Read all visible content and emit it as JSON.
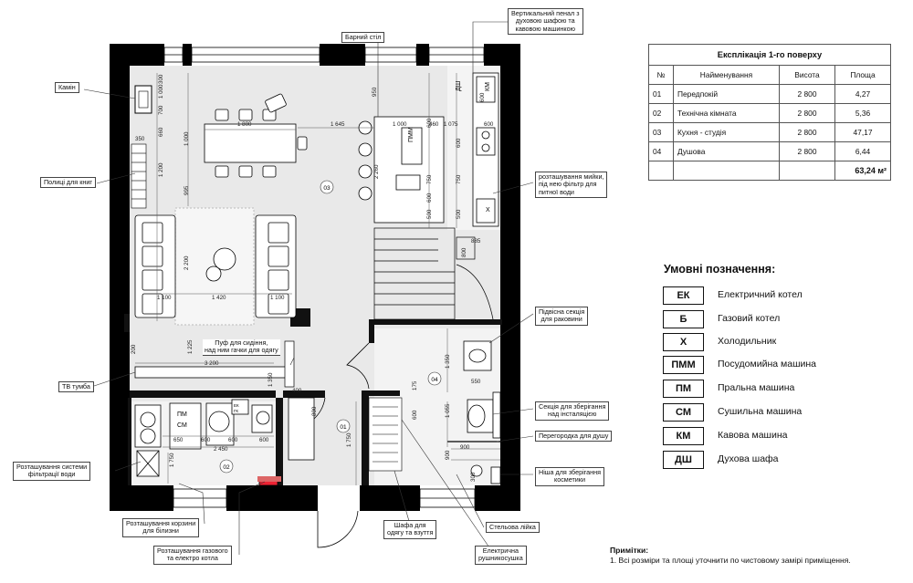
{
  "callouts": {
    "fireplace": "Камін",
    "bookshelves": "Полиці для книг",
    "tv_unit": "ТВ тумба",
    "water_filter": "Розташування системи\nфільтрації води",
    "laundry_basket": "Розташування корзини\nдля білизни",
    "boiler": "Розташування газового\nта електро котла",
    "bar_stool": "Барний стіл",
    "tall_unit": "Вертикальний пенал з\nдуховою шафою та\nкавовою машинкою",
    "sink": "розташування мийки,\nпід нею фільтр для\nпитної води",
    "hanging_section": "Підвісна секція\nдля раковини",
    "pouf": "Пуф для сидіння,\nнад ним гачки для одягу",
    "storage_install": "Секція для зберігання\nнад інсталяцією",
    "shower_partition": "Перегородка для душу",
    "cosmetics_niche": "Ніша для зберігання\nкосметики",
    "ceiling_shower": "Стельова лійка",
    "wardrobe": "Шафа для\nодягу та взуття",
    "towel_heater": "Електрична\nрушникосушка"
  },
  "plan_labels": {
    "rooms": [
      "01",
      "02",
      "03",
      "04"
    ],
    "dims": [
      "1 000",
      "700",
      "300",
      "660",
      "1 800",
      "350",
      "1 000",
      "1 200",
      "995",
      "2 200",
      "1 100",
      "1 420",
      "1 100",
      "1 645",
      "950",
      "1 000",
      "460",
      "1 075",
      "600",
      "600",
      "600",
      "2 260",
      "750",
      "750",
      "500",
      "500",
      "600",
      "600",
      "885",
      "800",
      "1 225",
      "3 200",
      "200",
      "1 350",
      "550",
      "1 350",
      "400",
      "800",
      "175",
      "600",
      "1 055",
      "1 750",
      "650",
      "600",
      "600",
      "600",
      "2 450",
      "1 750",
      "900",
      "900",
      "300"
    ],
    "appliances": [
      "ПММ",
      "ДШ",
      "КМ",
      "Х",
      "ПМ",
      "СМ",
      "ЕК",
      "ГК"
    ]
  },
  "explication": {
    "title": "Експлікація 1-го поверху",
    "headers": [
      "№",
      "Найменування",
      "Висота",
      "Площа"
    ],
    "rows": [
      {
        "no": "01",
        "name": "Передпокій",
        "height": "2 800",
        "area": "4,27"
      },
      {
        "no": "02",
        "name": "Технічна кімната",
        "height": "2 800",
        "area": "5,36"
      },
      {
        "no": "03",
        "name": "Кухня - студія",
        "height": "2 800",
        "area": "47,17"
      },
      {
        "no": "04",
        "name": "Душова",
        "height": "2 800",
        "area": "6,44"
      }
    ],
    "total": "63,24 м²"
  },
  "legend": {
    "title": "Умовні позначення:",
    "items": [
      {
        "code": "ЕК",
        "name": "Електричний котел"
      },
      {
        "code": "Б",
        "name": "Газовий котел"
      },
      {
        "code": "Х",
        "name": "Холодильник"
      },
      {
        "code": "ПММ",
        "name": "Посудомийна машина"
      },
      {
        "code": "ПМ",
        "name": "Пральна машина"
      },
      {
        "code": "СМ",
        "name": "Сушильна машина"
      },
      {
        "code": "КМ",
        "name": "Кавова машина"
      },
      {
        "code": "ДШ",
        "name": "Духова шафа"
      }
    ]
  },
  "notes": {
    "title": "Примітки:",
    "lines": [
      "1. Всі розміри та площі уточнити по чистовому замірі приміщення."
    ]
  }
}
